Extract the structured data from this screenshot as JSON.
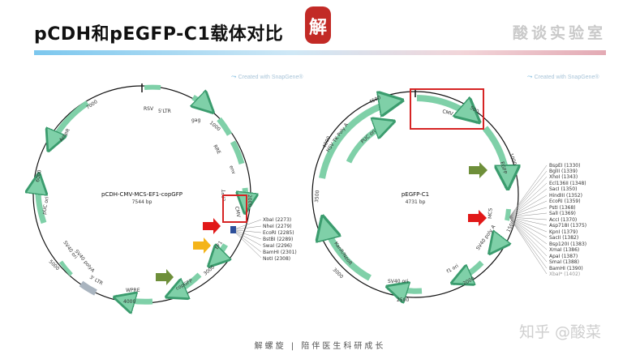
{
  "slide": {
    "title": "pCDH和pEGFP-C1载体对比",
    "brand": "酸谈实验室",
    "seal_text": "解",
    "footer": "解螺旋 | 陪伴医生科研成长",
    "watermark": "知乎 @酸菜",
    "snapgene_label": "Created with SnapGene®"
  },
  "colors": {
    "feature": "#7fd0a8",
    "feature_stroke": "#3b9c6e",
    "backbone": "#111111",
    "highlight_box": "#d62424",
    "arrow_red": "#e11818",
    "arrow_yellow": "#f4b41a",
    "arrow_green": "#6e8f3a",
    "ltr_gray": "#a9b4bf",
    "wpre_blue": "#6d8fc4"
  },
  "left_map": {
    "name": "pCDH-CMV-MCS-EF1-copGFP",
    "size": "7544 bp",
    "ticks": [
      "1000",
      "2000",
      "3000",
      "4000",
      "5000",
      "6000",
      "7000"
    ],
    "features": [
      "RSV",
      "5'LTR",
      "gag",
      "RRE",
      "env",
      "cPPT",
      "CMV",
      "EF1",
      "copGFP",
      "WPRE",
      "3' LTR",
      "SV40 polyA",
      "SV40 ori",
      "f1 ori",
      "pUC ori",
      "AmpR"
    ],
    "sites": [
      "XbaI (2273)",
      "NheI (2279)",
      "EcoRI (2285)",
      "BstBI (2289)",
      "SwaI (2296)",
      "BamHI (2301)",
      "NotI (2308)"
    ]
  },
  "right_map": {
    "name": "pEGFP-C1",
    "size": "4731 bp",
    "ticks": [
      "500",
      "1000",
      "1500",
      "2000",
      "2500",
      "3000",
      "3500",
      "4000",
      "4500"
    ],
    "features": [
      "CMV",
      "EGFP",
      "MCS",
      "SV40 poly A",
      "f1 ori",
      "SV40 ori",
      "KanR/NeoR",
      "HSV TK Poly A",
      "PUC ori"
    ],
    "sites": [
      "BspEI (1330)",
      "BglII (1339)",
      "XhoI (1343)",
      "Ecl136II (1348)",
      "SacI (1350)",
      "HindIII (1352)",
      "EcoRI (1359)",
      "PstI (1368)",
      "SalI (1369)",
      "AccI (1370)",
      "Asp718I (1375)",
      "KpnI (1379)",
      "SacII (1382)",
      "Bsp120I (1383)",
      "XmaI (1386)",
      "ApaI (1387)",
      "SmaI (1388)",
      "BamHI (1390)",
      "XbaI* (1402)"
    ]
  }
}
